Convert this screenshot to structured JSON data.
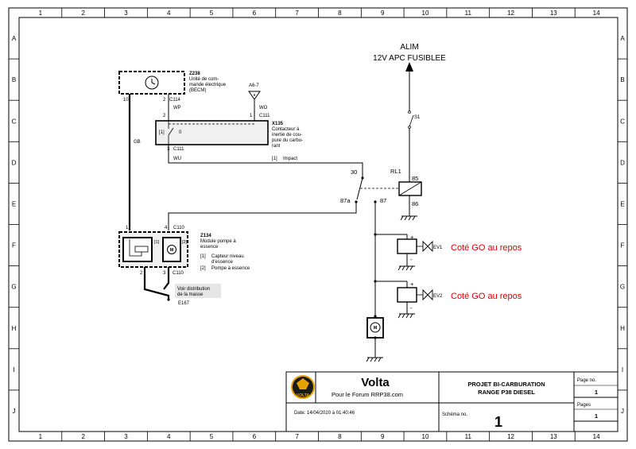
{
  "grid": {
    "columns": [
      "1",
      "2",
      "3",
      "4",
      "5",
      "6",
      "7",
      "8",
      "9",
      "10",
      "11",
      "12",
      "13",
      "14"
    ],
    "rows": [
      "A",
      "B",
      "C",
      "D",
      "E",
      "F",
      "G",
      "H",
      "I",
      "J"
    ]
  },
  "supply": {
    "title": "ALIM",
    "subtitle": "12V APC FUSIBLEE",
    "switch_label": "S1"
  },
  "ecm": {
    "code": "Z238",
    "desc_lines": [
      "Unité de com-",
      "mande électrique",
      "(BECM)"
    ],
    "pin_left": "10",
    "pin_right": "2",
    "connector": "C114",
    "wire": "WP"
  },
  "a67": {
    "code": "A6-7",
    "pin": "1",
    "wire": "WO",
    "connector": "C111"
  },
  "inertia": {
    "code": "X135",
    "desc_lines": [
      "Contacteur à",
      "inertie de cou-",
      "pure du carbu-",
      "rant"
    ],
    "tag": "[1]",
    "contact": "0",
    "pin_top": "2",
    "pin_bottom": "3",
    "connector_bottom": "C111",
    "wire_bottom": "WU",
    "note_tag": "[1]",
    "note": "Impact"
  },
  "ground_wire": "GB",
  "relay": {
    "code": "RL1",
    "pin_85": "85",
    "pin_86": "86",
    "pin_30": "30",
    "pin_87a": "87a",
    "pin_87": "87"
  },
  "pump": {
    "code": "Z134",
    "desc_lines": [
      "Module pompe à",
      "essence"
    ],
    "pin_top_left": "1",
    "pin_top_right": "4",
    "connector_top": "C110",
    "pin_bottom_left": "2",
    "pin_bottom_right": "3",
    "connector_bottom": "C110",
    "legend": [
      {
        "tag": "[1]",
        "lines": [
          "Capteur niveau",
          "d'essence"
        ]
      },
      {
        "tag": "[2]",
        "lines": [
          "Pompe à essence"
        ]
      }
    ],
    "inner_tag_1": "[1]",
    "inner_tag_2": "[2]",
    "motor_letter": "M"
  },
  "ground_ref": {
    "note_lines": [
      "Voir distribution",
      "de la masse"
    ],
    "code": "E167"
  },
  "valves": [
    {
      "code": "EV1",
      "plus": "+",
      "minus": "-",
      "note": "Coté GO au repos"
    },
    {
      "code": "EV2",
      "plus": "+",
      "minus": "-",
      "note": "Coté GO au repos"
    }
  ],
  "pump2": {
    "motor_letter": "M"
  },
  "titleblock": {
    "brand": "Volta",
    "logo_text": "VOLTA",
    "forum": "Pour le Forum RRP38.com",
    "project_line1": "PROJET BI-CARBURATION",
    "project_line2": "RANGE P38 DIESEL",
    "page_no_label": "Page no.",
    "page_no": "1",
    "pages_label": "Pages",
    "pages": "1",
    "date_label": "Date: 14/04/2020 à  01:40:46",
    "schema_label": "Schéma no.",
    "schema_no": "1"
  }
}
